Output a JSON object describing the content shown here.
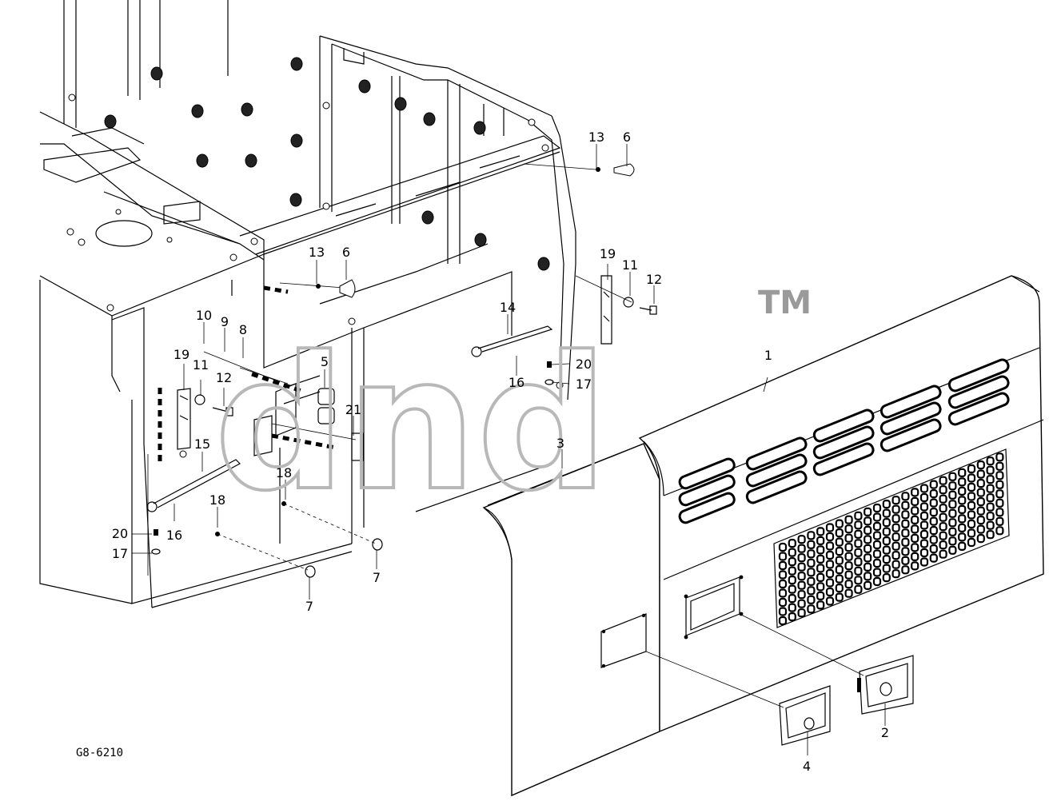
{
  "drawing": {
    "code": "G8-6210",
    "watermark": "dnd",
    "trademark": "TM"
  },
  "callouts": [
    "1",
    "2",
    "3",
    "4",
    "5",
    "6",
    "6",
    "7",
    "7",
    "8",
    "9",
    "10",
    "11",
    "11",
    "12",
    "12",
    "13",
    "13",
    "14",
    "15",
    "16",
    "16",
    "17",
    "17",
    "18",
    "18",
    "19",
    "19",
    "20",
    "20",
    "21"
  ]
}
